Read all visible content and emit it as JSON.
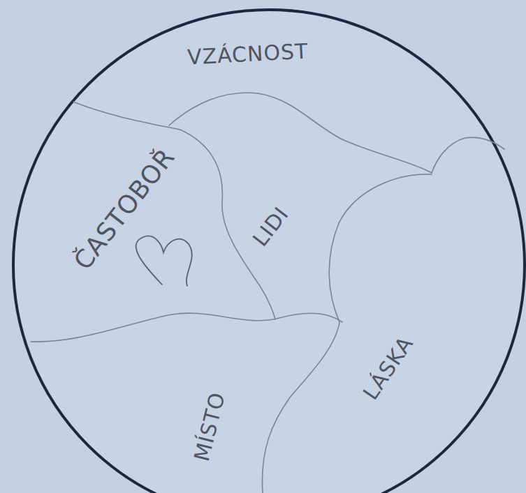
{
  "diagram": {
    "labels": [
      "VZÁCNOST",
      "ČASTOBOŘ",
      "LIDI",
      "MÍSTO",
      "LÁSKA"
    ]
  }
}
